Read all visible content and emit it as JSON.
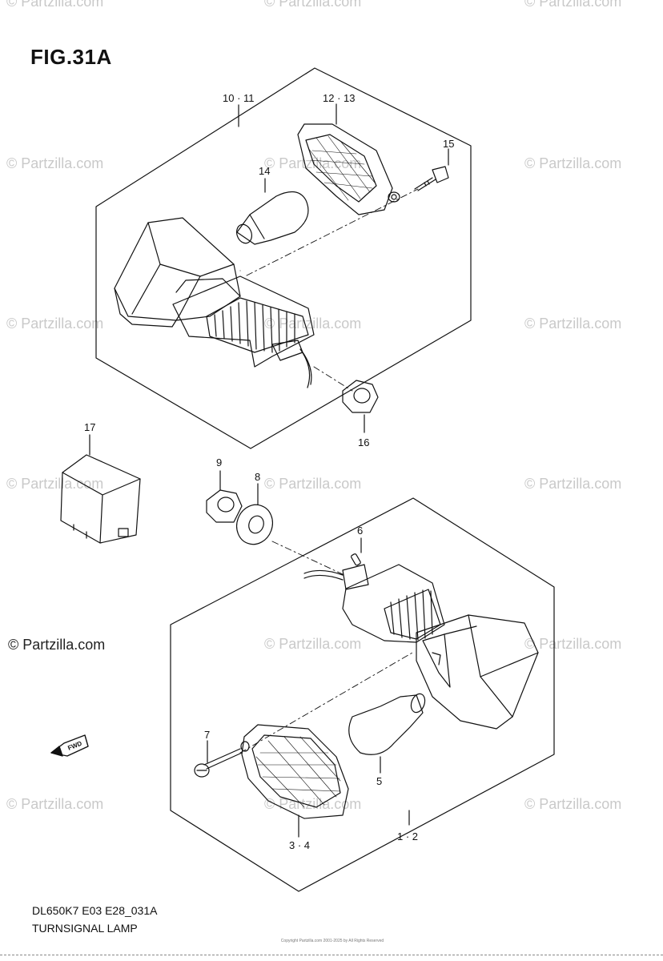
{
  "figure": {
    "title": "FIG.31A",
    "code": "DL650K7 E03 E28_031A",
    "name": "TURNSIGNAL LAMP"
  },
  "callouts": {
    "c10_11": "10 · 11",
    "c12_13": "12 · 13",
    "c14": "14",
    "c15": "15",
    "c16": "16",
    "c17": "17",
    "c9": "9",
    "c8": "8",
    "c6": "6",
    "c7": "7",
    "c5": "5",
    "c3_4": "3 · 4",
    "c1_2": "1 · 2"
  },
  "watermark": {
    "text": "© Partzilla.com",
    "main": "© Partzilla.com"
  },
  "fwd_label": "FWD",
  "copyright": "Copyright\nPartzilla.com 2001-2025 by All Rights Reserved"
}
